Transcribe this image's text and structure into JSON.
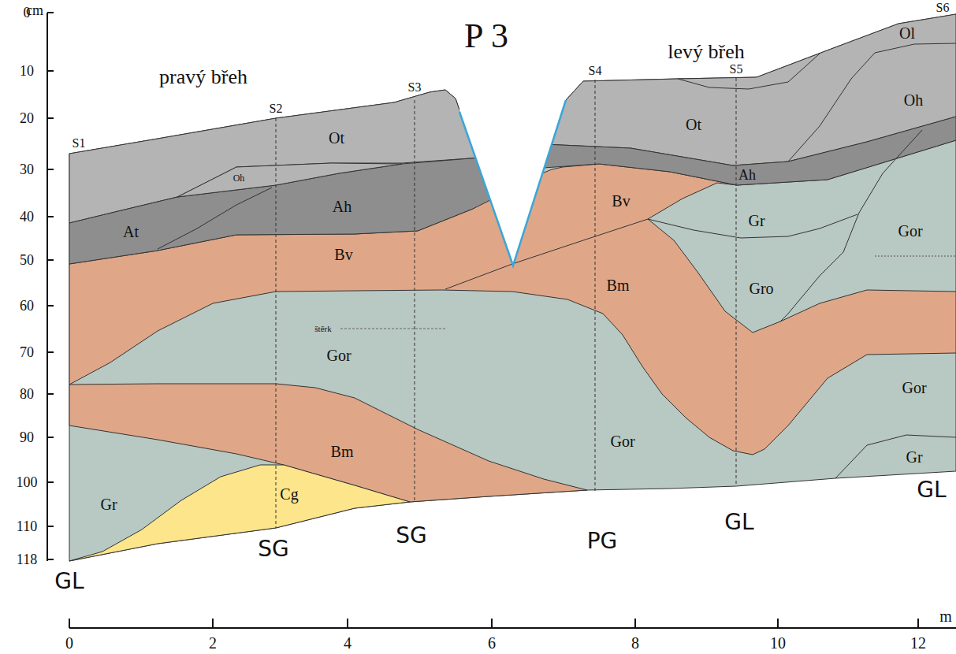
{
  "diagram": {
    "title": "P 3",
    "labels": [
      "cm",
      "0",
      "10",
      "20",
      "30",
      "40",
      "50",
      "60",
      "70",
      "80",
      "90",
      "100",
      "110",
      "118",
      "0",
      "2",
      "4",
      "6",
      "8",
      "10",
      "12",
      "m",
      "pravý břeh",
      "levý břeh",
      "S1",
      "S2",
      "S3",
      "S4",
      "S5",
      "S6",
      "Ot",
      "Oh",
      "At",
      "Ah",
      "Bv",
      "štěrk",
      "Gor",
      "Bm",
      "Gr",
      "Cg",
      "Ot",
      "Ol",
      "Oh",
      "Ah",
      "Bv",
      "Gr",
      "Gor",
      "Bm",
      "Gro",
      "Gor",
      "Gor",
      "Gr",
      "GL",
      "SG",
      "SG",
      "PG",
      "GL",
      "GL"
    ]
  }
}
